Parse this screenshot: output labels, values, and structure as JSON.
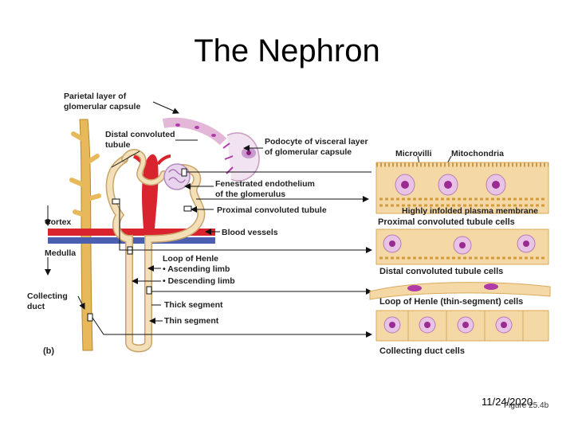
{
  "slide": {
    "title": "The Nephron"
  },
  "figure": {
    "panel_letter": "(b)",
    "labels": {
      "parietal_line1": "Parietal layer of",
      "parietal_line2": "glomerular capsule",
      "distal_line1": "Distal convoluted",
      "distal_line2": "tubule",
      "podocyte_line1": "Podocyte of visceral layer",
      "podocyte_line2": "of glomerular capsule",
      "microvilli": "Microvilli",
      "mitochondria": "Mitochondria",
      "fenestrated_line1": "Fenestrated endothelium",
      "fenestrated_line2": "of the glomerulus",
      "proximal": "Proximal convoluted tubule",
      "cortex": "Cortex",
      "blood_vessels": "Blood vessels",
      "highly_infolded": "Highly infolded plasma membrane",
      "proximal_cells": "Proximal convoluted tubule cells",
      "medulla": "Medulla",
      "loop_of_henle": "Loop of Henle",
      "ascending": "• Ascending limb",
      "descending": "• Descending limb",
      "distal_cells": "Distal convoluted tubule cells",
      "collecting_line1": "Collecting",
      "collecting_line2": "duct",
      "thick_segment": "Thick segment",
      "loop_thin_cells": "Loop of Henle (thin-segment) cells",
      "thin_segment": "Thin segment",
      "collecting_cells": "Collecting duct cells"
    }
  },
  "footer": {
    "date": "11/24/2020",
    "figure_ref": "Figure 25.4b"
  },
  "colors": {
    "tubule": "#f3dfb8",
    "tubule_edge": "#c9a46a",
    "duct": "#e7b95a",
    "artery": "#d9232e",
    "vein": "#4a5fb0",
    "glomerulus": "#d9b3e0",
    "nucleus": "#b03aa8",
    "arrow": "#111111"
  }
}
